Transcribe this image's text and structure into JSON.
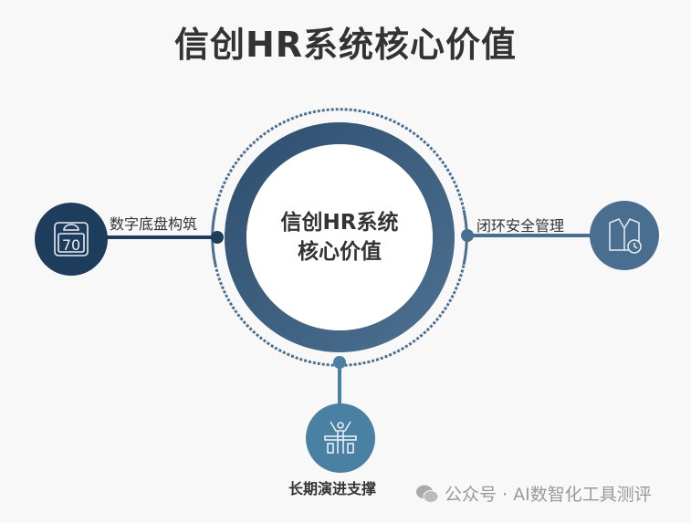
{
  "title": "信创HR系统核心价值",
  "center": {
    "line1": "信创HR系统",
    "line2": "核心价值"
  },
  "nodes": [
    {
      "label": "数字底盘构筑",
      "icon": "scale-icon",
      "icon_text": "70",
      "color": "#1e3d5c"
    },
    {
      "label": "闭环安全管理",
      "icon": "suit-clock-icon",
      "color": "#4a6e8f"
    },
    {
      "label": "长期演进支撑",
      "icon": "person-bridge-icon",
      "color": "#4a80a2"
    }
  ],
  "ring_color": "#3f5f80",
  "watermark": "公众号 · AI数智化工具测评"
}
